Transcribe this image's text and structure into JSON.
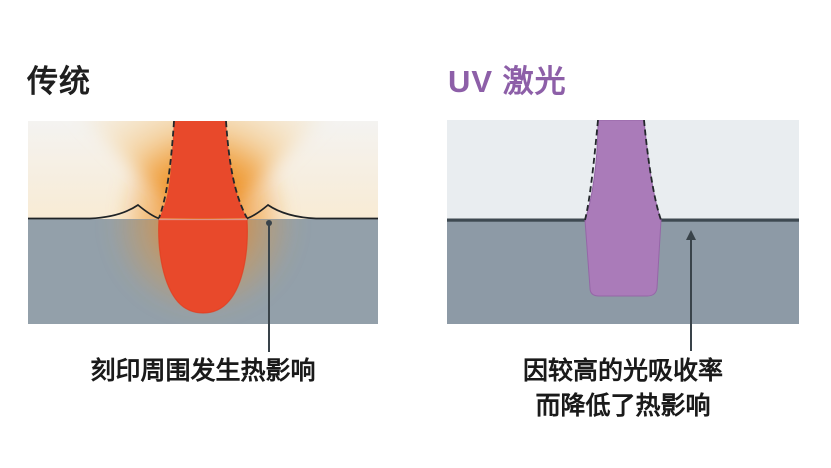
{
  "traditional": {
    "title": "传统",
    "caption": "刻印周围发生热影响"
  },
  "uv": {
    "title": "UV 激光",
    "caption_line1": "因较高的光吸收率",
    "caption_line2": "而降低了热影响"
  },
  "colors": {
    "title_text": "#1f1f1f",
    "uv_title": "#8d5fa8",
    "beam_red": "#e8492b",
    "glow_orange": "#ee8c1e",
    "beam_purple": "#aa7bb9",
    "material_gray": "#93a0aa",
    "uv_material_gray": "#8d9aa6",
    "uv_background": "#e9edf0",
    "surface_line_dark": "#3e4951",
    "pointer_line": "#39434a",
    "caption_text": "#1a1a1a"
  }
}
